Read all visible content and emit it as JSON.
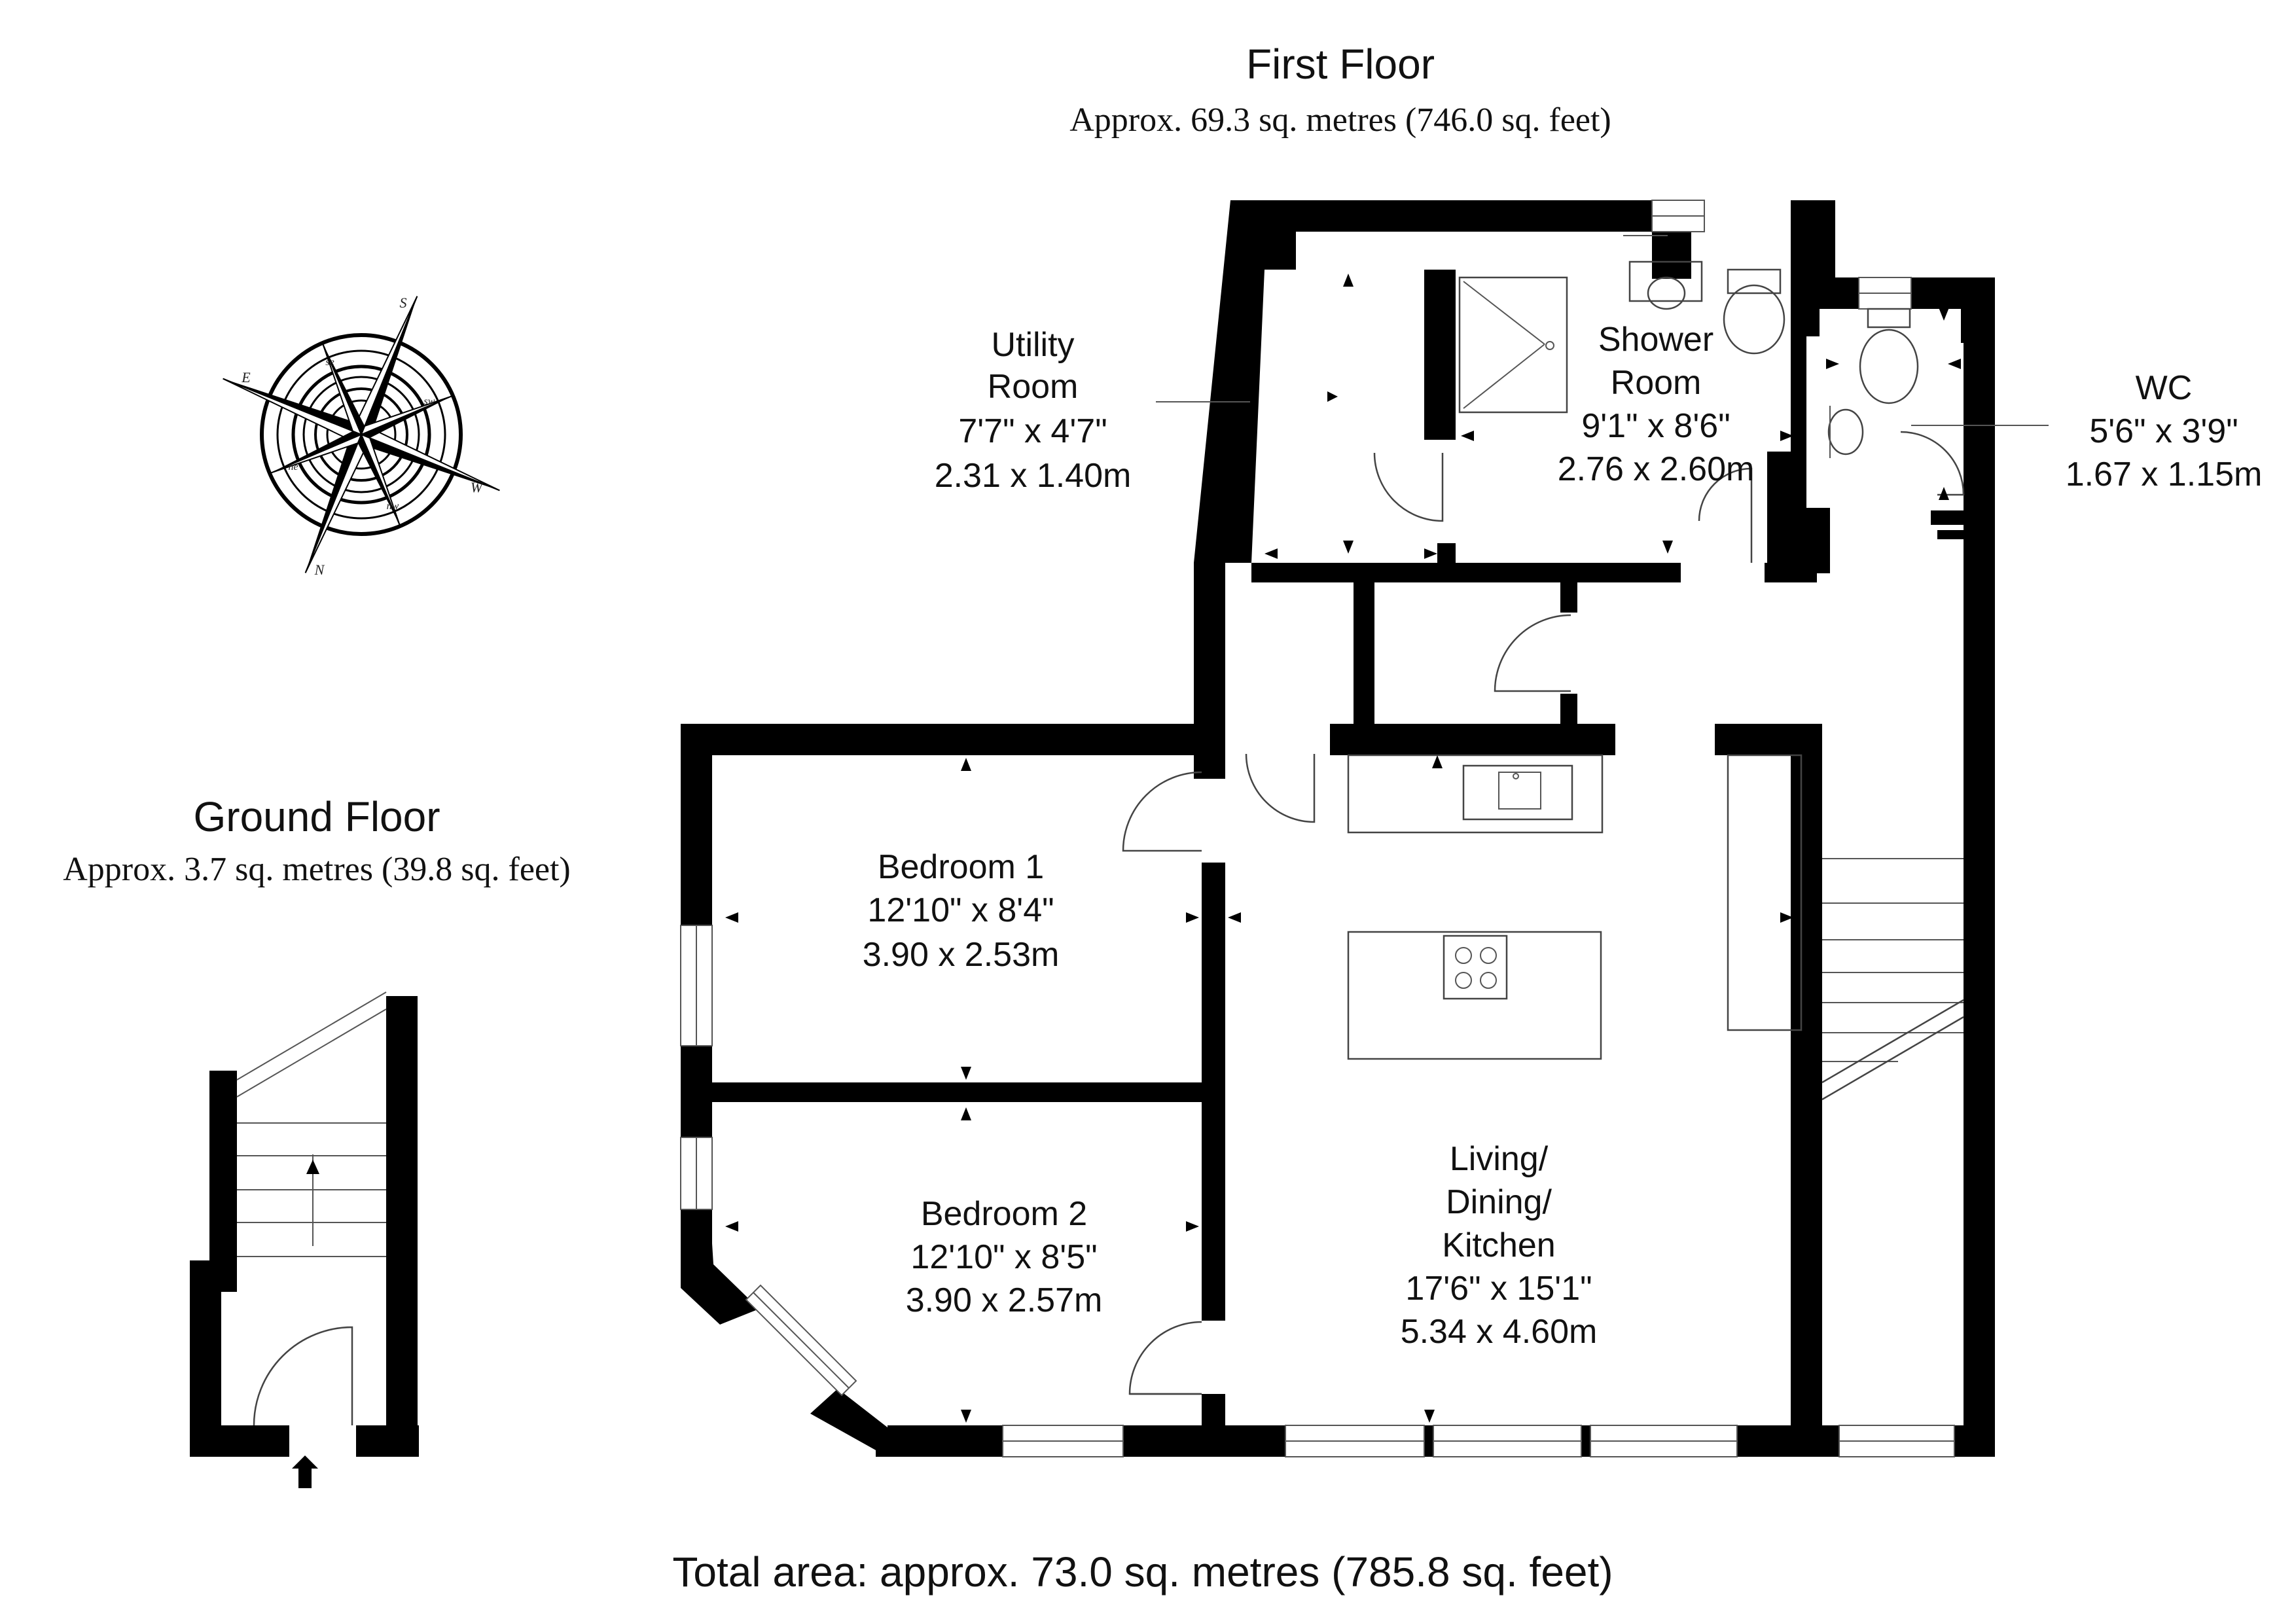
{
  "first_floor": {
    "title": "First Floor",
    "area": "Approx. 69.3 sq. metres (746.0 sq. feet)"
  },
  "ground_floor": {
    "title": "Ground Floor",
    "area": "Approx. 3.7 sq. metres (39.8 sq. feet)"
  },
  "rooms": {
    "utility": {
      "name_1": "Utility",
      "name_2": "Room",
      "imperial": "7'7\" x 4'7\"",
      "metric": "2.31 x 1.40m"
    },
    "shower": {
      "name_1": "Shower",
      "name_2": "Room",
      "imperial": "9'1\" x 8'6\"",
      "metric": "2.76 x 2.60m"
    },
    "wc": {
      "name": "WC",
      "imperial": "5'6\" x 3'9\"",
      "metric": "1.67 x 1.15m"
    },
    "bedroom1": {
      "name": "Bedroom 1",
      "imperial": "12'10\" x 8'4\"",
      "metric": "3.90 x 2.53m"
    },
    "bedroom2": {
      "name": "Bedroom 2",
      "imperial": "12'10\" x 8'5\"",
      "metric": "3.90 x 2.57m"
    },
    "living": {
      "name_1": "Living/",
      "name_2": "Dining/",
      "name_3": "Kitchen",
      "imperial": "17'6\" x 15'1\"",
      "metric": "5.34 x 4.60m"
    }
  },
  "compass": {
    "n": "N",
    "s": "S",
    "e": "E",
    "w": "W",
    "ne": "ne",
    "nw": "nw",
    "se": "se",
    "sw": "sw"
  },
  "total_area": "Total area: approx. 73.0 sq. metres (785.8 sq. feet)",
  "colors": {
    "wall": "#000000",
    "background": "#ffffff",
    "text": "#111111"
  }
}
